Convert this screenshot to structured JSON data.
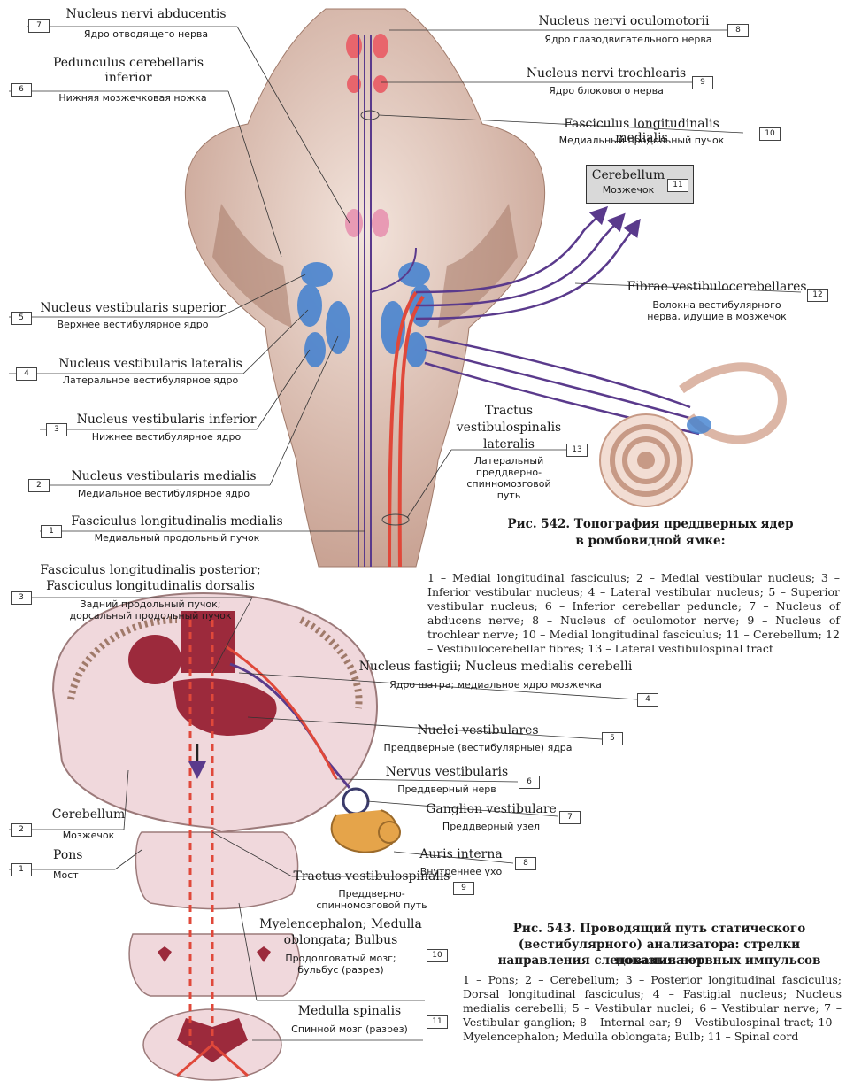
{
  "fig542": {
    "labels": {
      "n7": {
        "num": "7",
        "lat": "Nucleus nervi abducentis",
        "rus": "Ядро отводящего нерва"
      },
      "n6": {
        "num": "6",
        "lat1": "Pedunculus cerebellaris",
        "lat2": "inferior",
        "rus": "Нижняя мозжечковая ножка"
      },
      "n5": {
        "num": "5",
        "lat": "Nucleus vestibularis superior",
        "rus": "Верхнее вестибулярное ядро"
      },
      "n4": {
        "num": "4",
        "lat": "Nucleus vestibularis lateralis",
        "rus": "Латеральное вестибулярное ядро"
      },
      "n3": {
        "num": "3",
        "lat": "Nucleus vestibularis inferior",
        "rus": "Нижнее вестибулярное ядро"
      },
      "n2": {
        "num": "2",
        "lat": "Nucleus vestibularis medialis",
        "rus": "Медиальное вестибулярное ядро"
      },
      "n1": {
        "num": "1",
        "lat": "Fasciculus longitudinalis medialis",
        "rus": "Медиальный продольный пучок"
      },
      "n8": {
        "num": "8",
        "lat": "Nucleus nervi oculomotorii",
        "rus": "Ядро глазодвигательного нерва"
      },
      "n9": {
        "num": "9",
        "lat": "Nucleus nervi trochlearis",
        "rus": "Ядро блокового нерва"
      },
      "n10": {
        "num": "10",
        "lat": "Fasciculus longitudinalis medialis",
        "rus": "Медиальный продольный пучок"
      },
      "n11": {
        "num": "11",
        "lat": "Cerebellum",
        "rus": "Мозжечок"
      },
      "n12": {
        "num": "12",
        "lat": "Fibrae vestibulocerebellares",
        "rus1": "Волокна вестибулярного",
        "rus2": "нерва, идущие в мозжечок"
      },
      "n13": {
        "num": "13",
        "lat1": "Tractus",
        "lat2": "vestibulospinalis",
        "lat3": "lateralis",
        "rus1": "Латеральный",
        "rus2": "преддверно-",
        "rus3": "спинномозговой",
        "rus4": "путь"
      }
    },
    "caption1": "Рис. 542. Топография преддверных ядер",
    "caption2": "в ромбовидной ямке:",
    "legend": "1 – Medial longitudinal fasciculus; 2 – Medial vestibular nucleus; 3 – Inferior vestibular nucleus; 4 – Lateral vestibular nucleus; 5 – Superior vestibular nucleus; 6 – Inferior cerebellar peduncle; 7 – Nucleus of abducens nerve; 8 – Nucleus of oculomotor nerve; 9 – Nucleus of trochlear nerve; 10 – Medial longitudinal fasciculus; 11 – Cerebellum; 12 – Vestibulocerebellar fibres; 13 – Lateral vestibulospinal tract"
  },
  "fig543": {
    "labels": {
      "n3": {
        "num": "3",
        "lat1": "Fasciculus longitudinalis posterior;",
        "lat2": "Fasciculus longitudinalis dorsalis",
        "rus1": "Задний продольный пучок;",
        "rus2": "дорсальный продольный пучок"
      },
      "n2": {
        "num": "2",
        "lat": "Cerebellum",
        "rus": "Мозжечок"
      },
      "n1": {
        "num": "1",
        "lat": "Pons",
        "rus": "Мост"
      },
      "n4": {
        "num": "4",
        "lat": "Nucleus fastigii; Nucleus medialis cerebelli",
        "rus": "Ядро шатра; медиальное ядро мозжечка"
      },
      "n5": {
        "num": "5",
        "lat": "Nuclei vestibulares",
        "rus": "Преддверные (вестибулярные) ядра"
      },
      "n6": {
        "num": "6",
        "lat": "Nervus vestibularis",
        "rus": "Преддверный нерв"
      },
      "n7": {
        "num": "7",
        "lat": "Ganglion vestibulare",
        "rus": "Преддверный узел"
      },
      "n8": {
        "num": "8",
        "lat": "Auris interna",
        "rus": "Внутреннее ухо"
      },
      "n9": {
        "num": "9",
        "lat": "Tractus vestibulospinalis",
        "rus1": "Преддверно-",
        "rus2": "спинномозговой путь"
      },
      "n10": {
        "num": "10",
        "lat1": "Myelencephalon; Medulla",
        "lat2": "oblongata; Bulbus",
        "rus1": "Продолговатый мозг;",
        "rus2": "бульбус (разрез)"
      },
      "n11": {
        "num": "11",
        "lat": "Medulla spinalis",
        "rus": "Спинной мозг (разрез)"
      }
    },
    "caption1": "Рис. 543. Проводящий путь статического",
    "caption2": "(вестибулярного) анализатора: стрелки показывают",
    "caption3": "направления следования нервных импульсов",
    "legend": "1 – Pons; 2 – Cerebellum; 3 – Posterior longitudinal fasciculus; Dorsal longitudinal fasciculus; 4 – Fastigial nucleus; Nucleus medialis cerebelli; 5 – Vestibular nuclei; 6 – Vestibular nerve; 7 – Vestibular ganglion; 8 – Internal ear; 9 – Vestibulospinal tract; 10 – Myelencephalon; Medulla oblongata; Bulb; 11 – Spinal cord"
  },
  "colors": {
    "brainstem": "#e9d3c8",
    "brainstem_dark": "#b88a78",
    "nucleus_blue": "#3f7fd0",
    "tract_red": "#e0483a",
    "fiber_purple": "#5a3a8c",
    "pink_section": "#f2d6de",
    "dark_red": "#9c2a3c"
  }
}
